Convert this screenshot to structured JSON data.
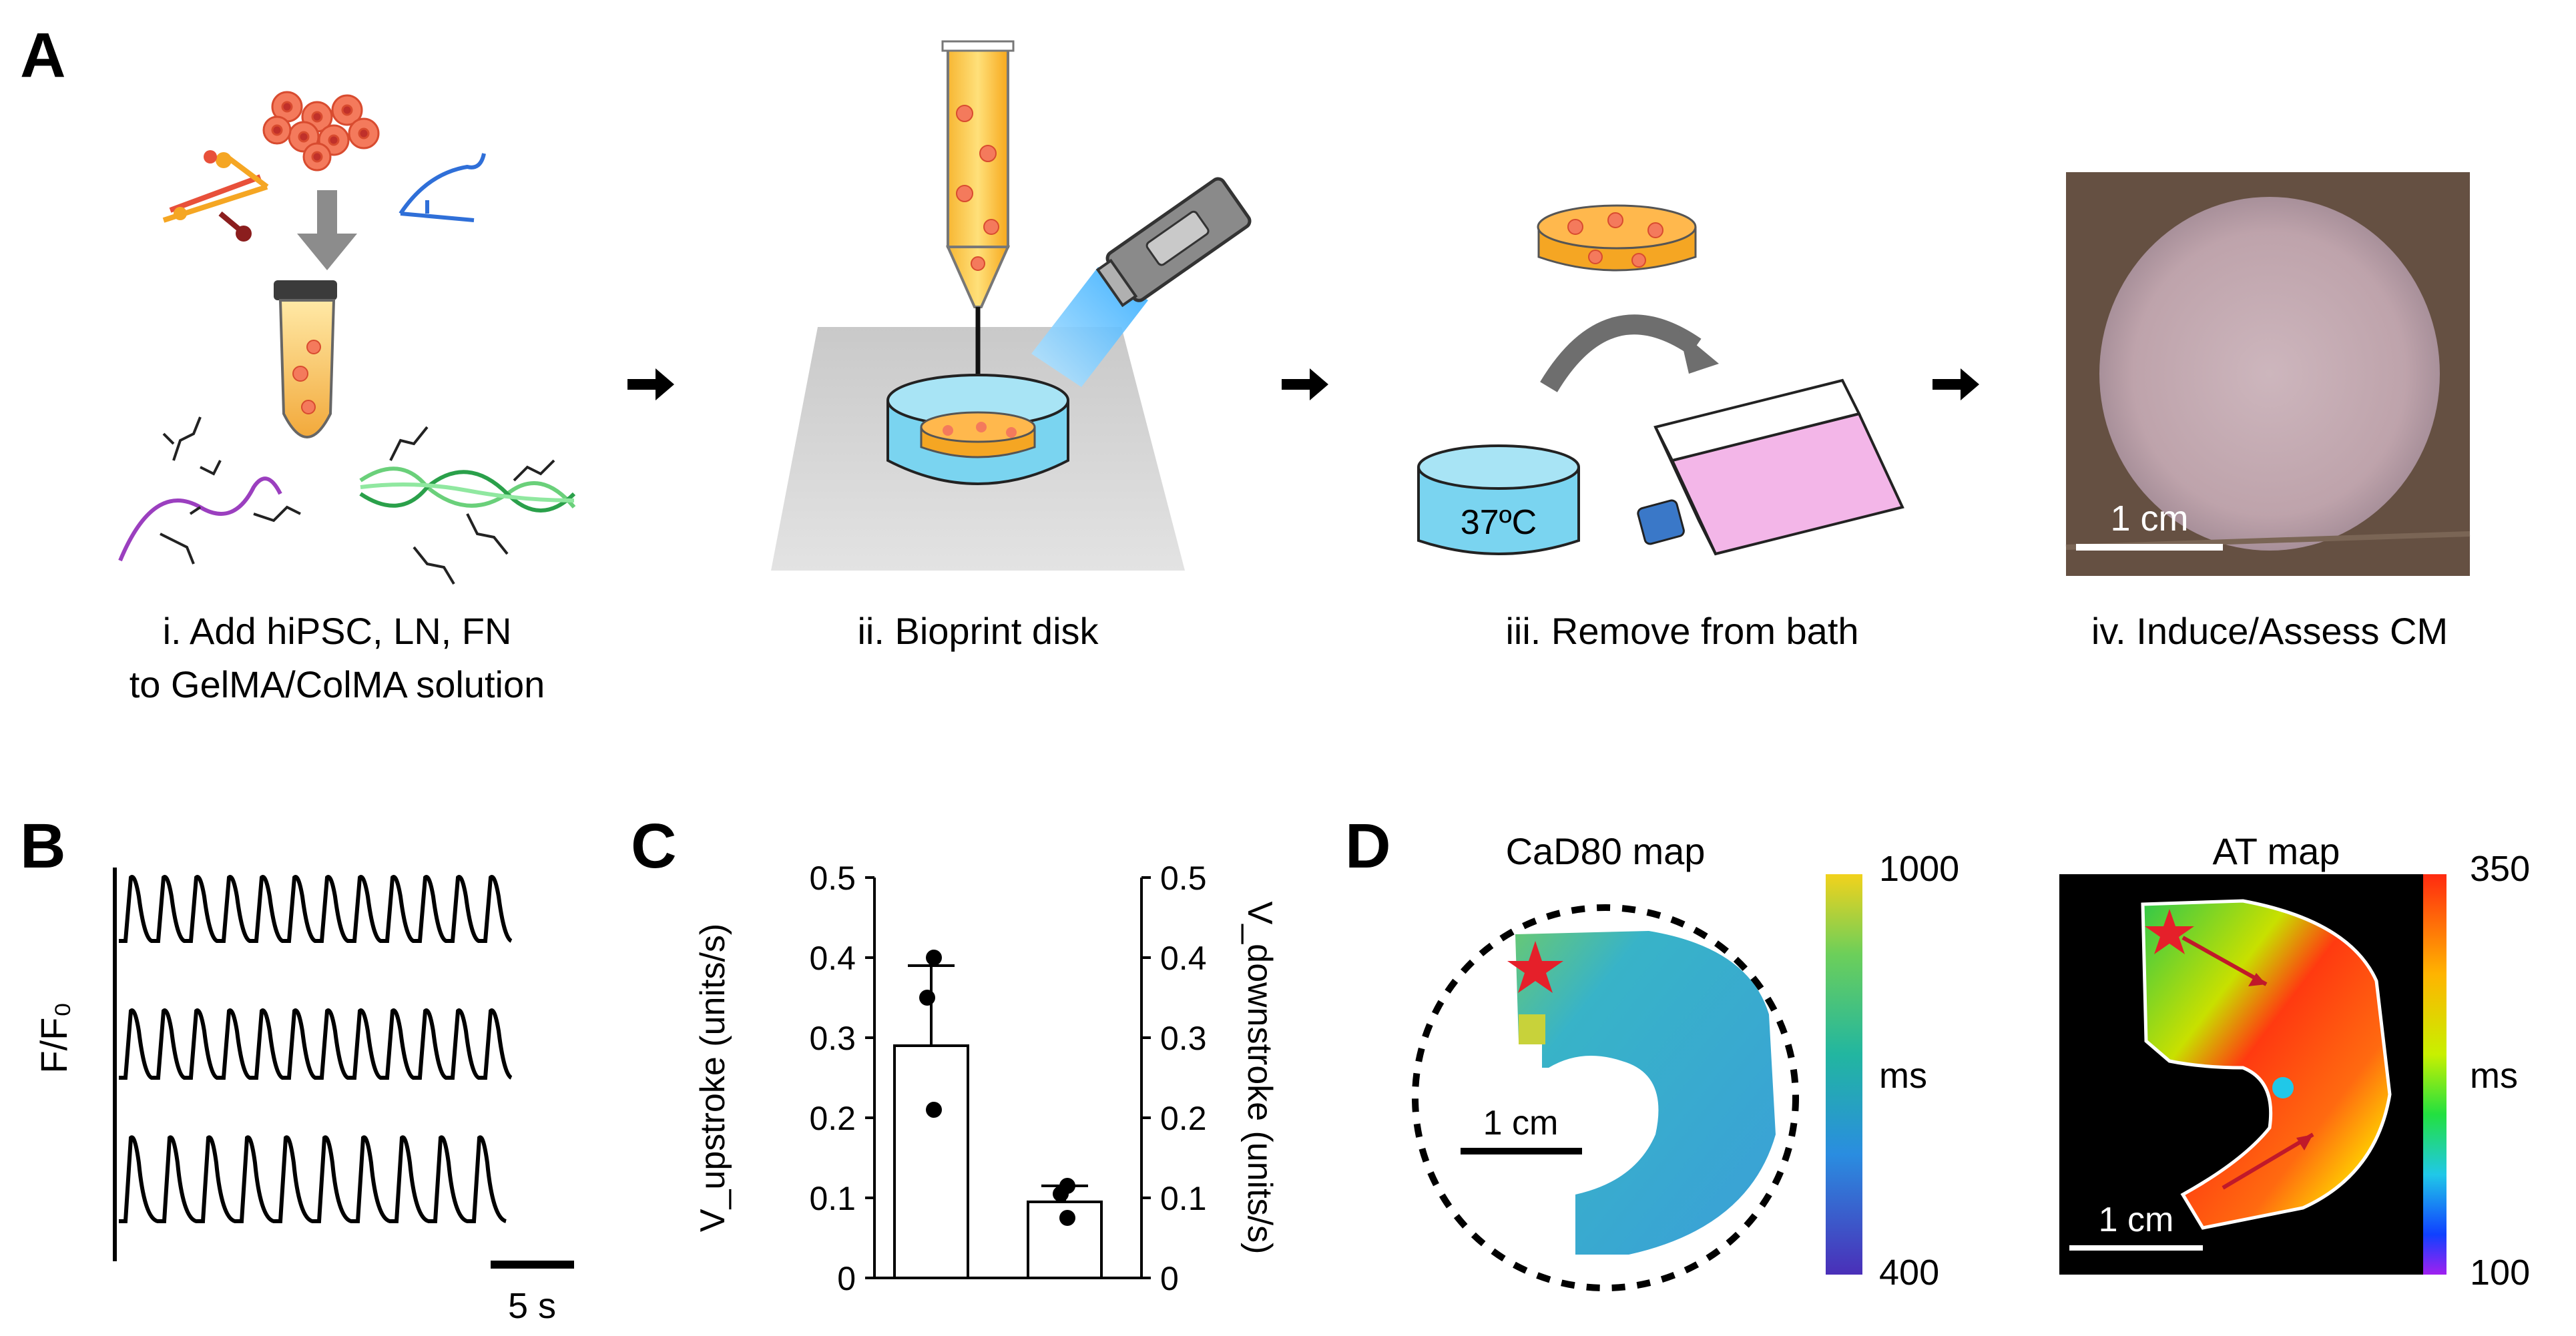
{
  "panel_a": {
    "label": "A",
    "steps": [
      {
        "line1": "i. Add hiPSC, LN, FN",
        "line2": "to GelMA/ColMA solution"
      },
      {
        "line1": "ii. Bioprint disk"
      },
      {
        "line1": "iii. Remove from bath",
        "bath_label": "37ºC"
      },
      {
        "line1": "iv. Induce/Assess CM",
        "scale_label": "1 cm"
      }
    ]
  },
  "panel_b": {
    "label": "B",
    "ylabel": "F/F₀",
    "scale_label": "5 s"
  },
  "panel_c": {
    "label": "C",
    "chart_data": {
      "type": "bar",
      "categories": [
        "upstroke",
        "downstroke"
      ],
      "values": [
        0.29,
        0.095
      ],
      "errors": [
        0.1,
        0.02
      ],
      "points": [
        [
          0.4,
          0.35,
          0.21
        ],
        [
          0.115,
          0.105,
          0.075
        ]
      ],
      "ylabel_left": "V_upstroke (units/s)",
      "ylabel_right": "V_downstroke (units/s)",
      "ylim": [
        0,
        0.5
      ],
      "ticks": [
        "0",
        "0.1",
        "0.2",
        "0.3",
        "0.4",
        "0.5"
      ]
    }
  },
  "panel_d": {
    "label": "D",
    "map1": {
      "title": "CaD80 map",
      "scale_label": "1 cm",
      "cbar_max": "1000",
      "cbar_min": "400",
      "cbar_unit": "ms"
    },
    "map2": {
      "title": "AT map",
      "scale_label": "1 cm",
      "cbar_max": "350",
      "cbar_min": "100",
      "cbar_unit": "ms"
    }
  },
  "colors": {
    "accent_orange": "#f5a623",
    "cell_red": "#e8503a",
    "bath_blue": "#7ad4f0",
    "flask_pink": "#f3b6e8"
  }
}
